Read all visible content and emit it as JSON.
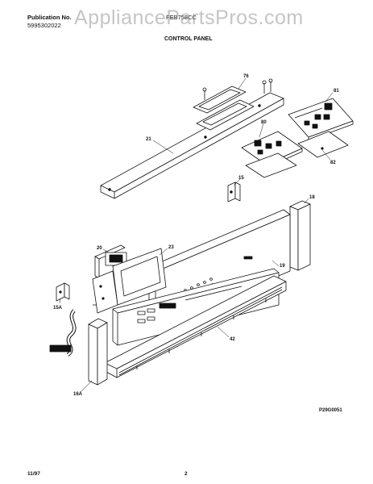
{
  "header": {
    "publication_label": "Publication No.",
    "publication_number": "5995302022",
    "model": "FEB758CC",
    "section_title": "CONTROL PANEL"
  },
  "watermark": "AppliancePartsPros.com",
  "callouts": [
    "76",
    "21",
    "81",
    "80",
    "82",
    "15",
    "18",
    "20",
    "23",
    "19",
    "15A",
    "42",
    "16A"
  ],
  "figure_code": "P29G0051",
  "footer": {
    "date": "11/97",
    "page": "2"
  }
}
